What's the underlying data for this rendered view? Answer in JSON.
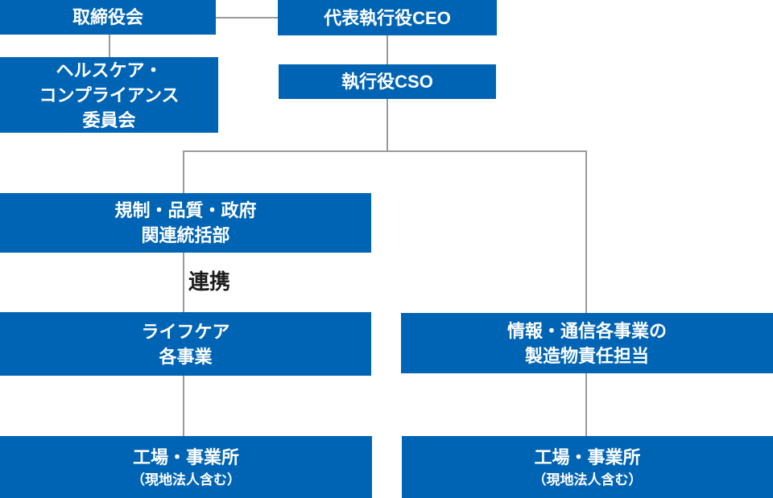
{
  "colors": {
    "box_blue": "#0064b4",
    "line_gray": "#9a9a9a",
    "label_dark": "#1c1c1c",
    "text_white": "#ffffff"
  },
  "org_chart": {
    "nodes": {
      "board": {
        "label": "取締役会"
      },
      "ceo": {
        "label": "代表執行役CEO"
      },
      "healthcare_committee": {
        "line1": "ヘルスケア・",
        "line2": "コンプライアンス",
        "line3": "委員会"
      },
      "cso": {
        "label": "執行役CSO"
      },
      "regulatory": {
        "line1": "規制・品質・政府",
        "line2": "関連統括部"
      },
      "lifecare": {
        "line1": "ライフケア",
        "line2": "各事業"
      },
      "ict": {
        "line1": "情報・通信各事業の",
        "line2": "製造物責任担当"
      },
      "plant_left": {
        "line1": "工場・事業所",
        "line2": "（現地法人含む）"
      },
      "plant_right": {
        "line1": "工場・事業所",
        "line2": "（現地法人含む）"
      }
    },
    "edge_labels": {
      "renkei": "連携"
    }
  }
}
